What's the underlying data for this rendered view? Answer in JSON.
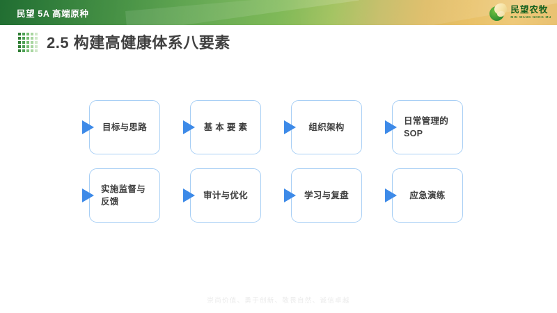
{
  "header": {
    "title": "民望 5A 高端原种",
    "logo": {
      "name_cn": "民望农牧",
      "name_en": "MIN WANG NONG MU",
      "mark_icon": "green-leaf-circle-icon"
    },
    "colors": {
      "green_dark": "#1d6b2e",
      "green_mid": "#76b44c",
      "gold": "#e9c171",
      "logo_green": "#14611f"
    }
  },
  "title": {
    "text": "2.5 构建高健康体系八要素",
    "decoration_icon": "green-dot-grid-icon",
    "decoration_color": "#3f9b45"
  },
  "flow": {
    "accent_border": "#a8cff5",
    "arrow_color": "#3d8ae8",
    "rows": [
      {
        "items": [
          {
            "label": "目标与思路",
            "arrow_icon": "right-triangle-icon",
            "align": "centered"
          },
          {
            "label": "基 本 要 素",
            "arrow_icon": "right-triangle-icon",
            "align": "centered"
          },
          {
            "label": "组织架构",
            "arrow_icon": "right-triangle-icon",
            "align": "centered"
          },
          {
            "label": "日常管理的\nSOP",
            "arrow_icon": "right-triangle-icon",
            "align": "left"
          }
        ]
      },
      {
        "items": [
          {
            "label": "实施监督与\n反馈",
            "arrow_icon": "right-triangle-icon",
            "align": "left"
          },
          {
            "label": "审计与优化",
            "arrow_icon": "right-triangle-icon",
            "align": "centered"
          },
          {
            "label": "学习与复盘",
            "arrow_icon": "right-triangle-icon",
            "align": "centered"
          },
          {
            "label": "应急演练",
            "arrow_icon": "right-triangle-icon",
            "align": "centered"
          }
        ]
      }
    ]
  },
  "footer": {
    "text": "崇尚价值、勇于创新、敬畏自然、诚信卓越"
  }
}
